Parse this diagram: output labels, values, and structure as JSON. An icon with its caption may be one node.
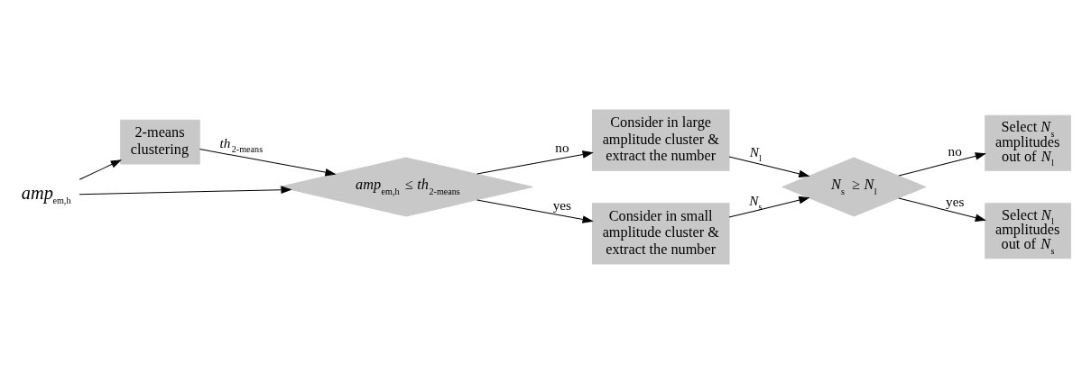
{
  "diagram": {
    "nodes": [
      {
        "text": [
          "*amp*$_{em,h}$"
        ]
      },
      {
        "text": [
          "2-means clustering"
        ]
      },
      {
        "text": [
          "*amp*$_{em,h}$ ≤ *th*$_{2-means}$"
        ]
      },
      {
        "text": [
          "Consider in large amplitude cluster & extract the number"
        ]
      },
      {
        "text": [
          "Consider in small amplitude cluster & extract the number"
        ]
      },
      {
        "text": [
          "*N*$_{s}$ ≥ *N*$_{l}$"
        ]
      },
      {
        "text": [
          "Select *N*$_{s}$ amplitudes out of *N*$_{l}$"
        ]
      },
      {
        "text": [
          "Select *N*$_{l}$ amplitudes out of *N*$_{s}$"
        ]
      }
    ],
    "edges": [
      {
        "from": 0,
        "to": 1,
        "arrow": "to"
      },
      {
        "from": 0,
        "to": 2,
        "arrow": "to"
      },
      {
        "from": 1,
        "to": 2,
        "arrow": "to",
        "label": "*th*$_{2-means}$"
      },
      {
        "from": 2,
        "to": 3,
        "arrow": "to",
        "label": "no"
      },
      {
        "from": 2,
        "to": 4,
        "arrow": "to",
        "label": "yes"
      },
      {
        "from": 3,
        "to": 5,
        "arrow": "to",
        "label": "*N*$_{l}$"
      },
      {
        "from": 4,
        "to": 5,
        "arrow": "to",
        "label": "*N*$_{s}$"
      },
      {
        "from": 5,
        "to": 6,
        "arrow": "to",
        "label": "no"
      },
      {
        "from": 5,
        "to": 7,
        "arrow": "to",
        "label": "yes"
      }
    ]
  }
}
